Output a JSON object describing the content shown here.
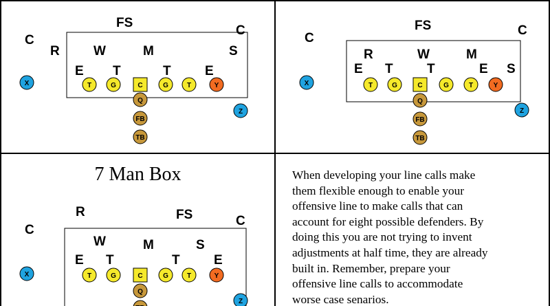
{
  "colors": {
    "lineman": "#f5e92b",
    "center_box": "#f5e92b",
    "y_end": "#f26b21",
    "receiver": "#1fa3e0",
    "back": "#c7983b",
    "text": "#000000"
  },
  "panels": [
    {
      "id": "top-left",
      "title": "",
      "defenders": [
        "FS",
        "C",
        "C",
        "R",
        "W",
        "M",
        "S",
        "E",
        "T",
        "T",
        "E"
      ],
      "line": [
        "T",
        "G",
        "C",
        "G",
        "T",
        "Y"
      ],
      "backs": [
        "Q",
        "FB",
        "TB"
      ],
      "receivers": [
        "X",
        "Z"
      ]
    },
    {
      "id": "top-right",
      "title": "",
      "defenders": [
        "FS",
        "C",
        "C",
        "R",
        "W",
        "M",
        "E",
        "T",
        "T",
        "E",
        "S"
      ],
      "line": [
        "T",
        "G",
        "C",
        "G",
        "T",
        "Y"
      ],
      "backs": [
        "Q",
        "FB",
        "TB"
      ],
      "receivers": [
        "X",
        "Z"
      ]
    },
    {
      "id": "bottom-left",
      "title": "7 Man Box",
      "defenders": [
        "R",
        "FS",
        "C",
        "C",
        "W",
        "M",
        "S",
        "E",
        "T",
        "T",
        "E"
      ],
      "line": [
        "T",
        "G",
        "C",
        "G",
        "T",
        "Y"
      ],
      "backs": [
        "Q",
        "TB"
      ],
      "receivers": [
        "X",
        "Z"
      ]
    }
  ],
  "note_text": "When developing your line calls make\nthem flexible enough to enable your\noffensive line to make calls that can\naccount for eight possible defenders.  By\ndoing this you are not trying to invent\nadjustments at half time, they are already\nbuilt in.  Remember, prepare your\noffensive line calls to accommodate\nworse case senarios."
}
